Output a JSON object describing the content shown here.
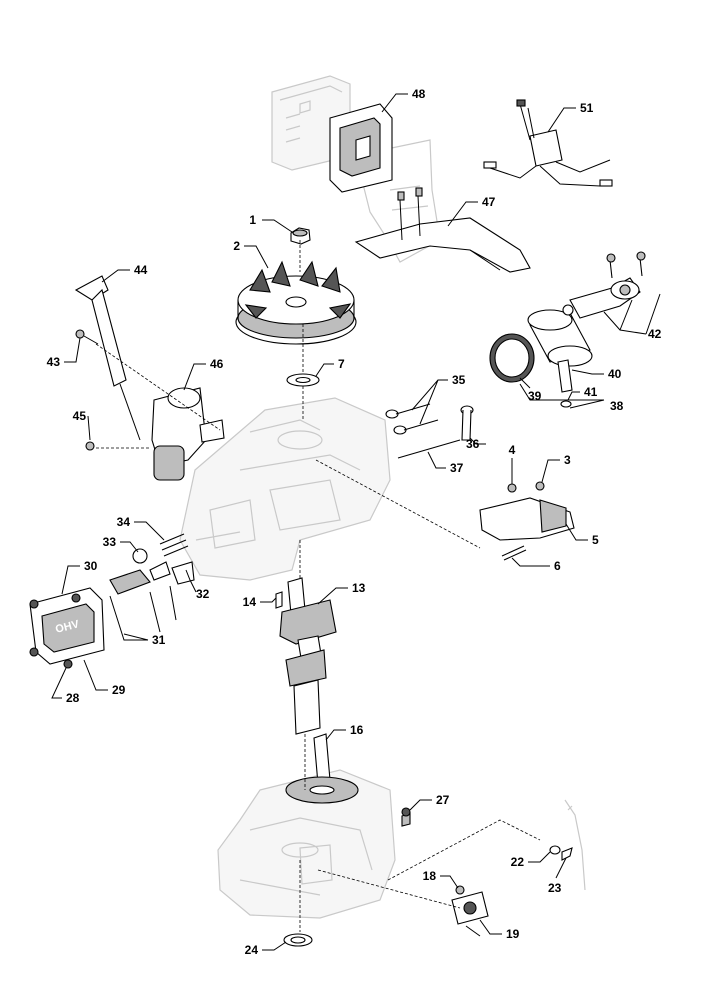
{
  "diagram": {
    "type": "exploded-parts-diagram",
    "callouts": [
      {
        "id": "c1",
        "number": "1"
      },
      {
        "id": "c2",
        "number": "2"
      },
      {
        "id": "c3",
        "number": "3"
      },
      {
        "id": "c4",
        "number": "4"
      },
      {
        "id": "c5",
        "number": "5"
      },
      {
        "id": "c6",
        "number": "6"
      },
      {
        "id": "c7",
        "number": "7"
      },
      {
        "id": "c13",
        "number": "13"
      },
      {
        "id": "c14",
        "number": "14"
      },
      {
        "id": "c16",
        "number": "16"
      },
      {
        "id": "c18",
        "number": "18"
      },
      {
        "id": "c19",
        "number": "19"
      },
      {
        "id": "c22",
        "number": "22"
      },
      {
        "id": "c23",
        "number": "23"
      },
      {
        "id": "c24",
        "number": "24"
      },
      {
        "id": "c27",
        "number": "27"
      },
      {
        "id": "c28",
        "number": "28"
      },
      {
        "id": "c29",
        "number": "29"
      },
      {
        "id": "c30",
        "number": "30"
      },
      {
        "id": "c31",
        "number": "31"
      },
      {
        "id": "c32",
        "number": "32"
      },
      {
        "id": "c33",
        "number": "33"
      },
      {
        "id": "c34",
        "number": "34"
      },
      {
        "id": "c35",
        "number": "35"
      },
      {
        "id": "c36",
        "number": "36"
      },
      {
        "id": "c37",
        "number": "37"
      },
      {
        "id": "c38",
        "number": "38"
      },
      {
        "id": "c39",
        "number": "39"
      },
      {
        "id": "c40",
        "number": "40"
      },
      {
        "id": "c41",
        "number": "41"
      },
      {
        "id": "c42",
        "number": "42"
      },
      {
        "id": "c43",
        "number": "43"
      },
      {
        "id": "c44",
        "number": "44"
      },
      {
        "id": "c45",
        "number": "45"
      },
      {
        "id": "c46",
        "number": "46"
      },
      {
        "id": "c47",
        "number": "47"
      },
      {
        "id": "c48",
        "number": "48"
      },
      {
        "id": "c51",
        "number": "51"
      }
    ],
    "cover_logo_text": "OHV",
    "colors": {
      "ink": "#000000",
      "ghost": "#c9c9c9",
      "shade": "#bdbdbd"
    }
  }
}
